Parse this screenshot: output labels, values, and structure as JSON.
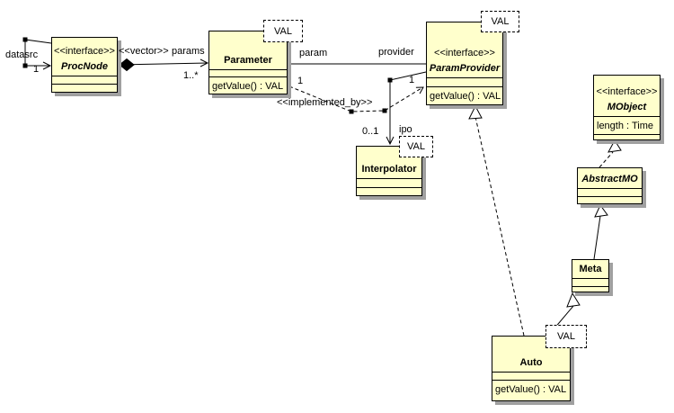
{
  "diagram": {
    "type": "uml-class-diagram",
    "background_color": "#ffffff",
    "node_fill_color": "#ffffcc",
    "node_border_color": "#000000",
    "shadow_color": "#a0a0a0"
  },
  "nodes": {
    "procnode": {
      "stereotype": "<<interface>>",
      "name": "ProcNode"
    },
    "parameter": {
      "name": "Parameter",
      "template_param": "VAL",
      "operation": "getValue() : VAL"
    },
    "paramprovider": {
      "stereotype": "<<interface>>",
      "name": "ParamProvider",
      "template_param": "VAL",
      "operation": "getValue() : VAL"
    },
    "interpolator": {
      "name": "Interpolator",
      "template_param": "VAL"
    },
    "mobject": {
      "stereotype": "<<interface>>",
      "name": "MObject",
      "attribute": "length : Time"
    },
    "abstractmo": {
      "name": "AbstractMO"
    },
    "meta": {
      "name": "Meta"
    },
    "auto": {
      "name": "Auto",
      "template_param": "VAL",
      "operation": "getValue() : VAL"
    }
  },
  "edges": {
    "datasrc": {
      "name": "datasrc",
      "multiplicity": "1"
    },
    "params": {
      "stereotype": "<<vector>>",
      "name": "params",
      "multiplicity": "1..*"
    },
    "param_provider": {
      "param_role": "param",
      "provider_role": "provider"
    },
    "implemented_by": {
      "stereotype": "<<implemented_by>>",
      "param_end_multiplicity": "1",
      "provider_end_multiplicity": "1"
    },
    "ipo": {
      "name": "ipo",
      "multiplicity": "0..1"
    }
  }
}
